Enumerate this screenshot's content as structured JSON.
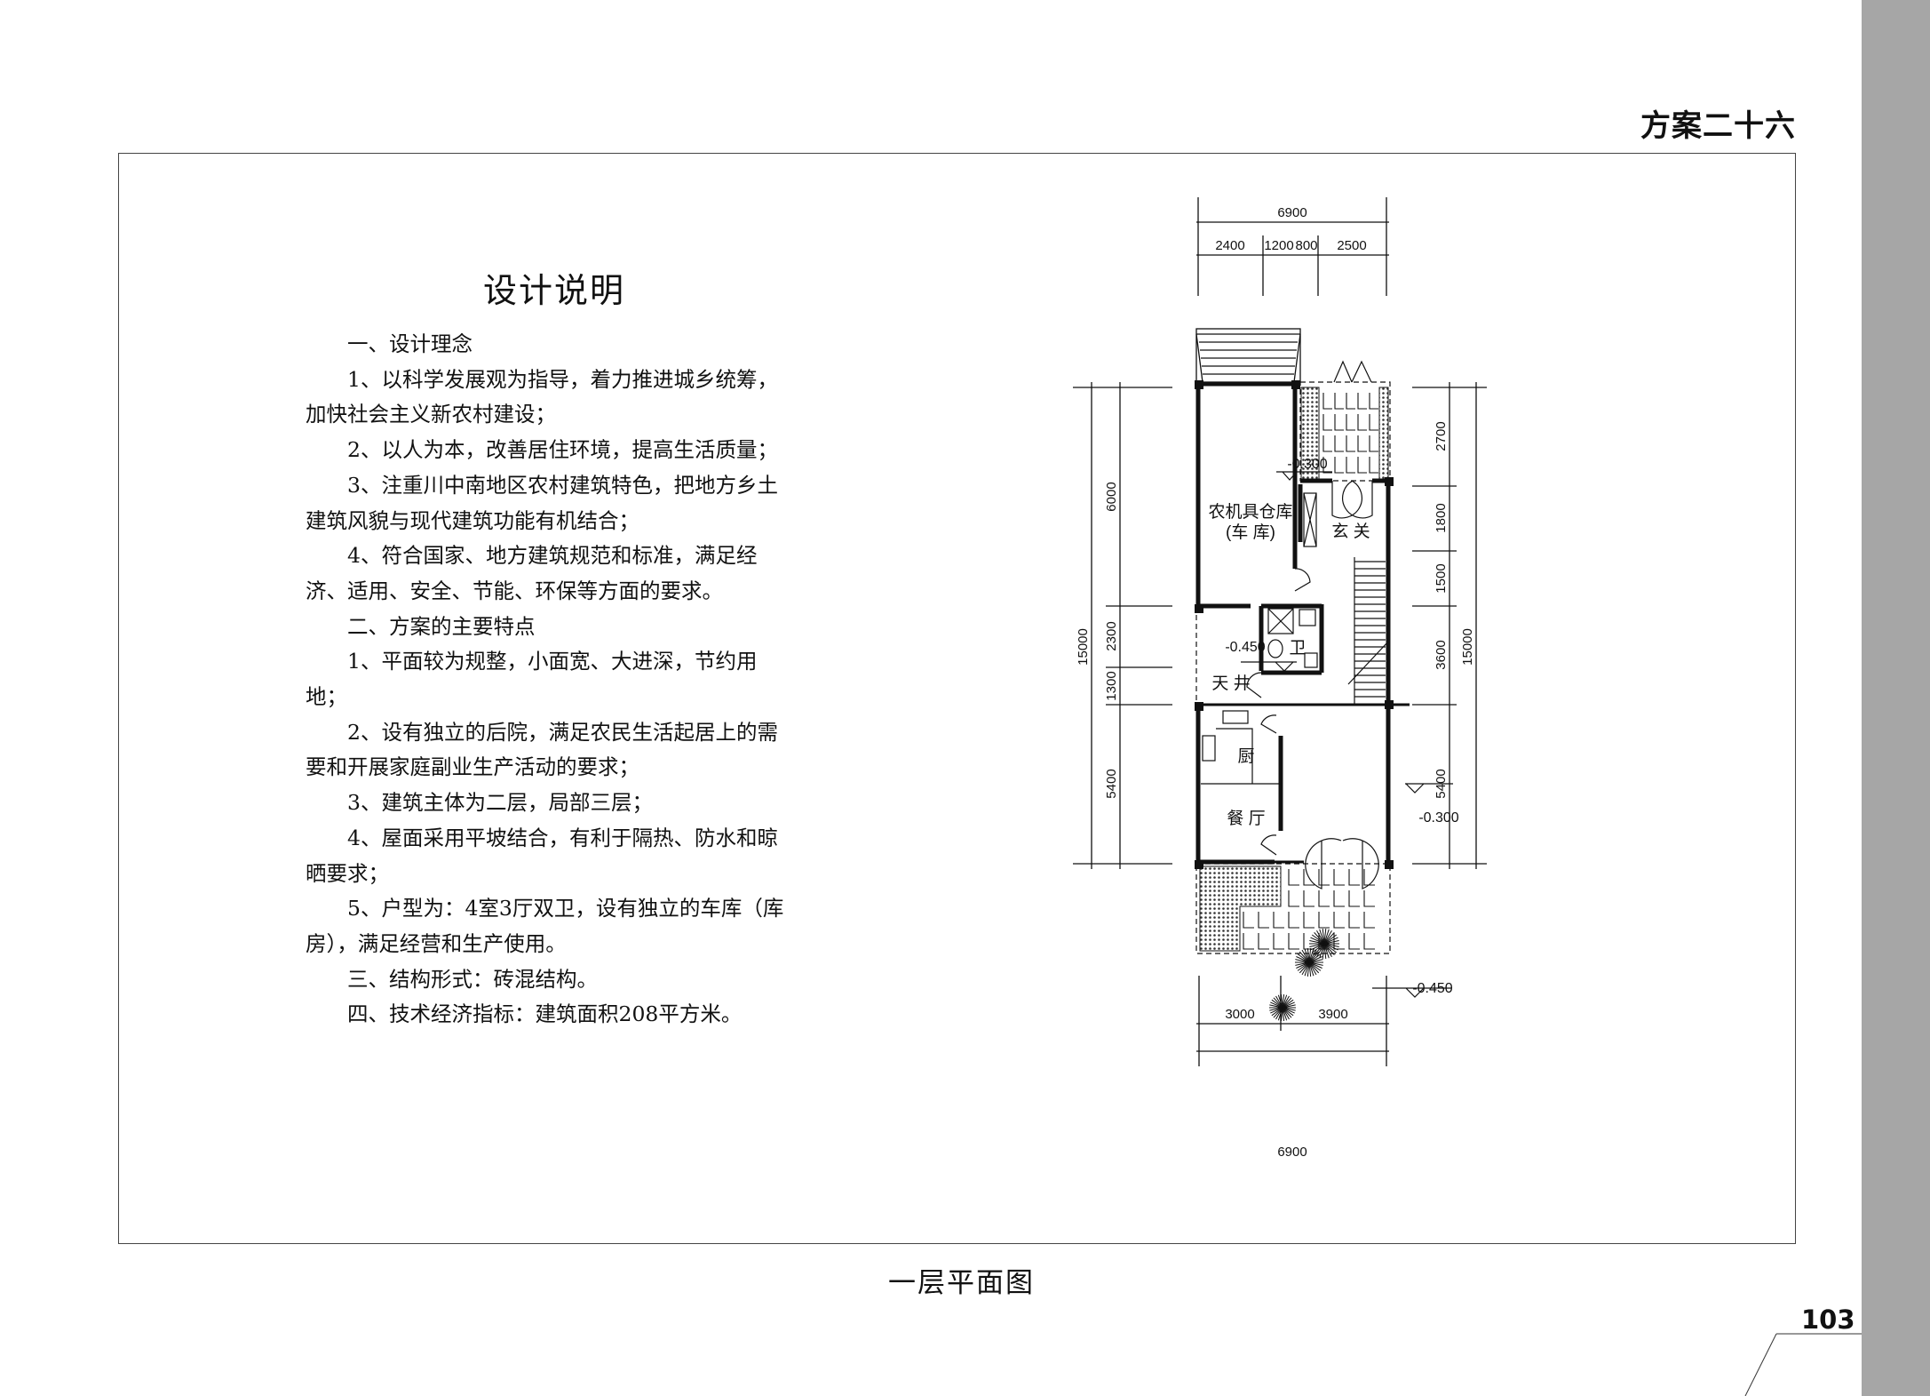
{
  "header": {
    "scheme_title": "方案二十六",
    "page_number": "103"
  },
  "notes": {
    "title": "设计说明",
    "lines": [
      {
        "text": "一、设计理念",
        "indent": true
      },
      {
        "text": "1、以科学发展观为指导，着力推进城乡统筹，",
        "indent": true
      },
      {
        "text": "加快社会主义新农村建设；",
        "indent": false
      },
      {
        "text": "2、以人为本，改善居住环境，提高生活质量；",
        "indent": true
      },
      {
        "text": "3、注重川中南地区农村建筑特色，把地方乡土",
        "indent": true
      },
      {
        "text": "建筑风貌与现代建筑功能有机结合；",
        "indent": false
      },
      {
        "text": "4、符合国家、地方建筑规范和标准，满足经",
        "indent": true
      },
      {
        "text": "济、适用、安全、节能、环保等方面的要求。",
        "indent": false
      },
      {
        "text": "二、方案的主要特点",
        "indent": true
      },
      {
        "text": "1、平面较为规整，小面宽、大进深，节约用",
        "indent": true
      },
      {
        "text": "地；",
        "indent": false
      },
      {
        "text": "2、设有独立的后院，满足农民生活起居上的需",
        "indent": true
      },
      {
        "text": "要和开展家庭副业生产活动的要求；",
        "indent": false
      },
      {
        "text": "3、建筑主体为二层，局部三层；",
        "indent": true
      },
      {
        "text": "4、屋面采用平坡结合，有利于隔热、防水和晾",
        "indent": true
      },
      {
        "text": "晒要求；",
        "indent": false
      },
      {
        "text": "5、户型为：4室3厅双卫，设有独立的车库（库",
        "indent": true
      },
      {
        "text": "房），满足经营和生产使用。",
        "indent": false
      },
      {
        "text": "三、结构形式：砖混结构。",
        "indent": true
      },
      {
        "text": "四、技术经济指标：建筑面积208平方米。",
        "indent": true
      }
    ]
  },
  "plan": {
    "caption": "一层平面图",
    "dims": {
      "top_total": "6900",
      "top_parts": [
        "2400",
        "1200",
        "800",
        "2500"
      ],
      "left_total": "15000",
      "left_parts": [
        "6000",
        "2300",
        "1300",
        "5400"
      ],
      "right_total": "15000",
      "right_parts": [
        "2700",
        "1800",
        "1500",
        "3600",
        "5400"
      ],
      "bottom_total": "6900",
      "bottom_parts": [
        "3000",
        "3900"
      ]
    },
    "rooms": {
      "garage": "农机具仓库",
      "garage_sub": "(车 库)",
      "entry": "玄 关",
      "courtyard": "天 井",
      "bath": "卫",
      "kitchen": "厨",
      "dining": "餐 厅"
    },
    "levels": {
      "garage": "-0.300",
      "courtyard": "-0.450",
      "living": "-0.300",
      "yard": "-0.450"
    }
  }
}
